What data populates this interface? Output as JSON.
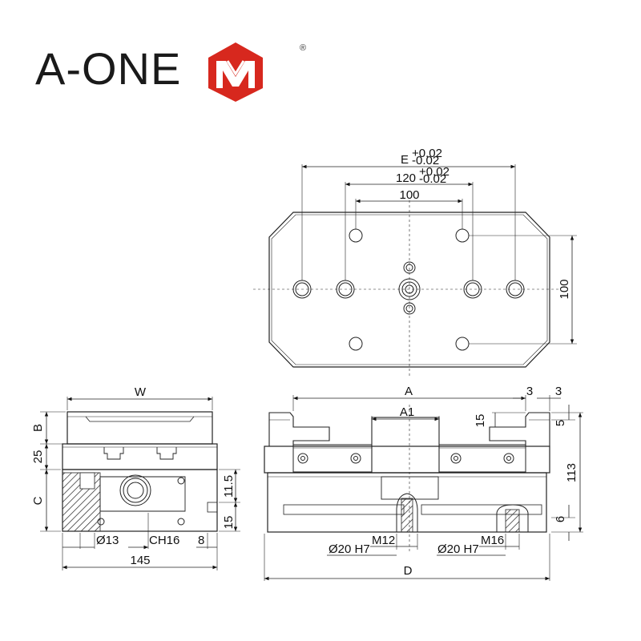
{
  "brand": {
    "name": "A-ONE",
    "registered": "®",
    "colors": {
      "mark": "#d7281e",
      "text": "#1a1a1a"
    }
  },
  "top_view": {
    "dims": {
      "E": "E",
      "E_tol_plus": "+0.02",
      "E_tol_minus": "-0.02",
      "d120": "120",
      "d120_tol_plus": "+0.02",
      "d120_tol_minus": "-0.02",
      "d100_h": "100",
      "d100_v": "100"
    }
  },
  "side_view": {
    "dims": {
      "W": "W",
      "B": "B",
      "d25": "25",
      "C": "C",
      "d11_5": "11.5",
      "d15": "15",
      "dia13": "Ø13",
      "ch16": "CH16",
      "d8": "8",
      "d145": "145"
    }
  },
  "front_view": {
    "dims": {
      "A": "A",
      "d3a": "3",
      "d3b": "3",
      "A1": "A1",
      "d15": "15",
      "d5": "5",
      "d113": "113",
      "d6": "6",
      "m12": "M12",
      "m16": "M16",
      "dia20_h7_left": "Ø20 H7",
      "dia20_h7_right": "Ø20 H7",
      "D": "D"
    }
  }
}
